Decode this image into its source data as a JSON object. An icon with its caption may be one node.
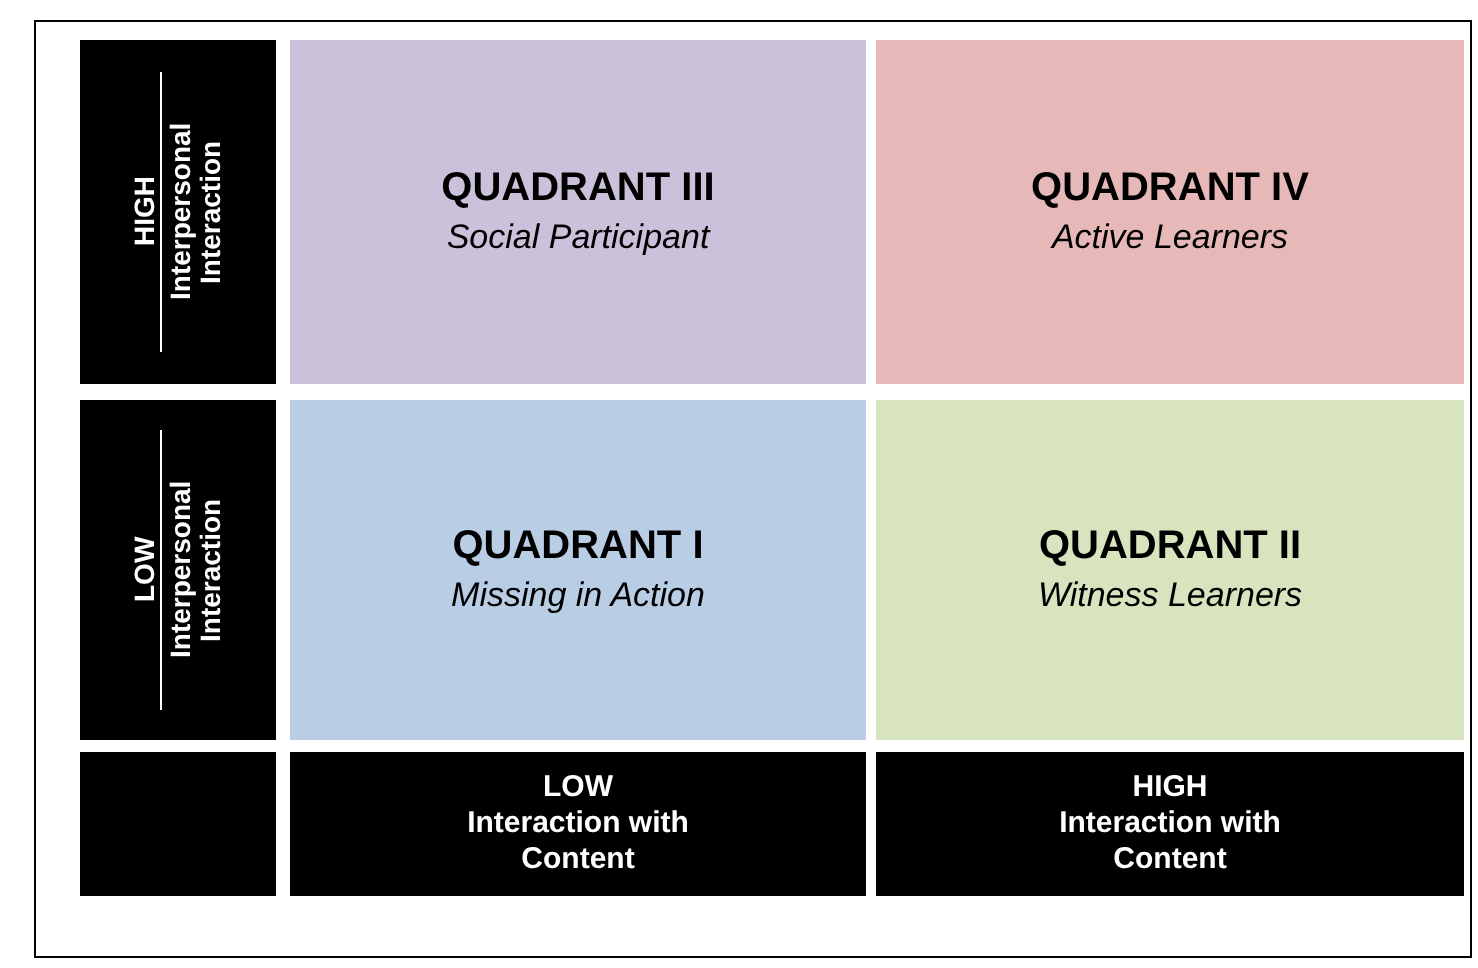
{
  "diagram": {
    "nodes": [
      {
        "text": [
          "HIGH",
          "Interpersonal Interaction"
        ]
      },
      {
        "text": [
          "QUADRANT III",
          "Social Participant"
        ]
      },
      {
        "text": [
          "QUADRANT IV",
          "Active Learners"
        ]
      },
      {
        "text": [
          "LOW",
          "Interpersonal Interaction"
        ]
      },
      {
        "text": [
          "QUADRANT I",
          "Missing in Action"
        ]
      },
      {
        "text": [
          "QUADRANT II",
          "Witness Learners"
        ]
      },
      {
        "text": [],
        "shape": "box"
      },
      {
        "text": [
          "LOW",
          "Interaction with Content"
        ]
      },
      {
        "text": [
          "HIGH",
          "Interaction with Content"
        ]
      }
    ]
  }
}
